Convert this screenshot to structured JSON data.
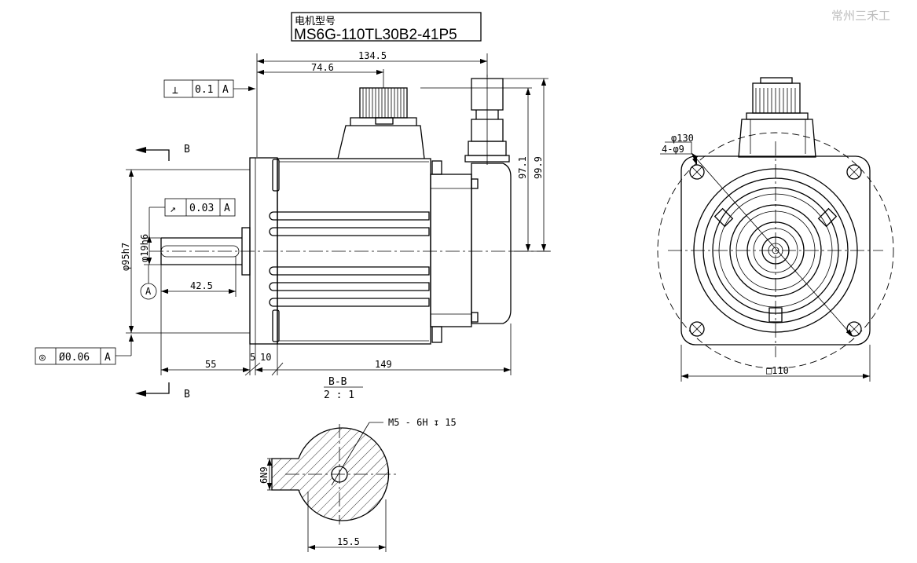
{
  "title": {
    "heading": "电机型号",
    "model": "MS6G-110TL30B2-41P5"
  },
  "watermark": "常州三禾工",
  "section": {
    "label": "B",
    "name": "B-B",
    "scale": "2 : 1"
  },
  "datum": "A",
  "tolerances": {
    "perpendicularity": {
      "symbol": "⊥",
      "value": "0.1",
      "datum": "A"
    },
    "runout": {
      "symbol": "↗",
      "value": "0.03",
      "datum": "A"
    },
    "concentricity": {
      "symbol": "◎",
      "value": "Ø0.06",
      "datum": "A"
    }
  },
  "dimensions": {
    "overall_length": "134.5",
    "connector_offset": "74.6",
    "height_97": "97.1",
    "height_99": "99.9",
    "flange_dia": "φ95h7",
    "shaft_dia": "φ19h6",
    "shaft_key_length": "42.5",
    "shaft_length": "55",
    "flange_thk_a": "5",
    "flange_thk_b": "10",
    "body_length": "149",
    "pcd": "φ130",
    "holes": "4-φ9",
    "square": "□110",
    "key_width": "6N9",
    "key_depth": "15.5",
    "thread": "M5 - 6H ↧ 15"
  }
}
